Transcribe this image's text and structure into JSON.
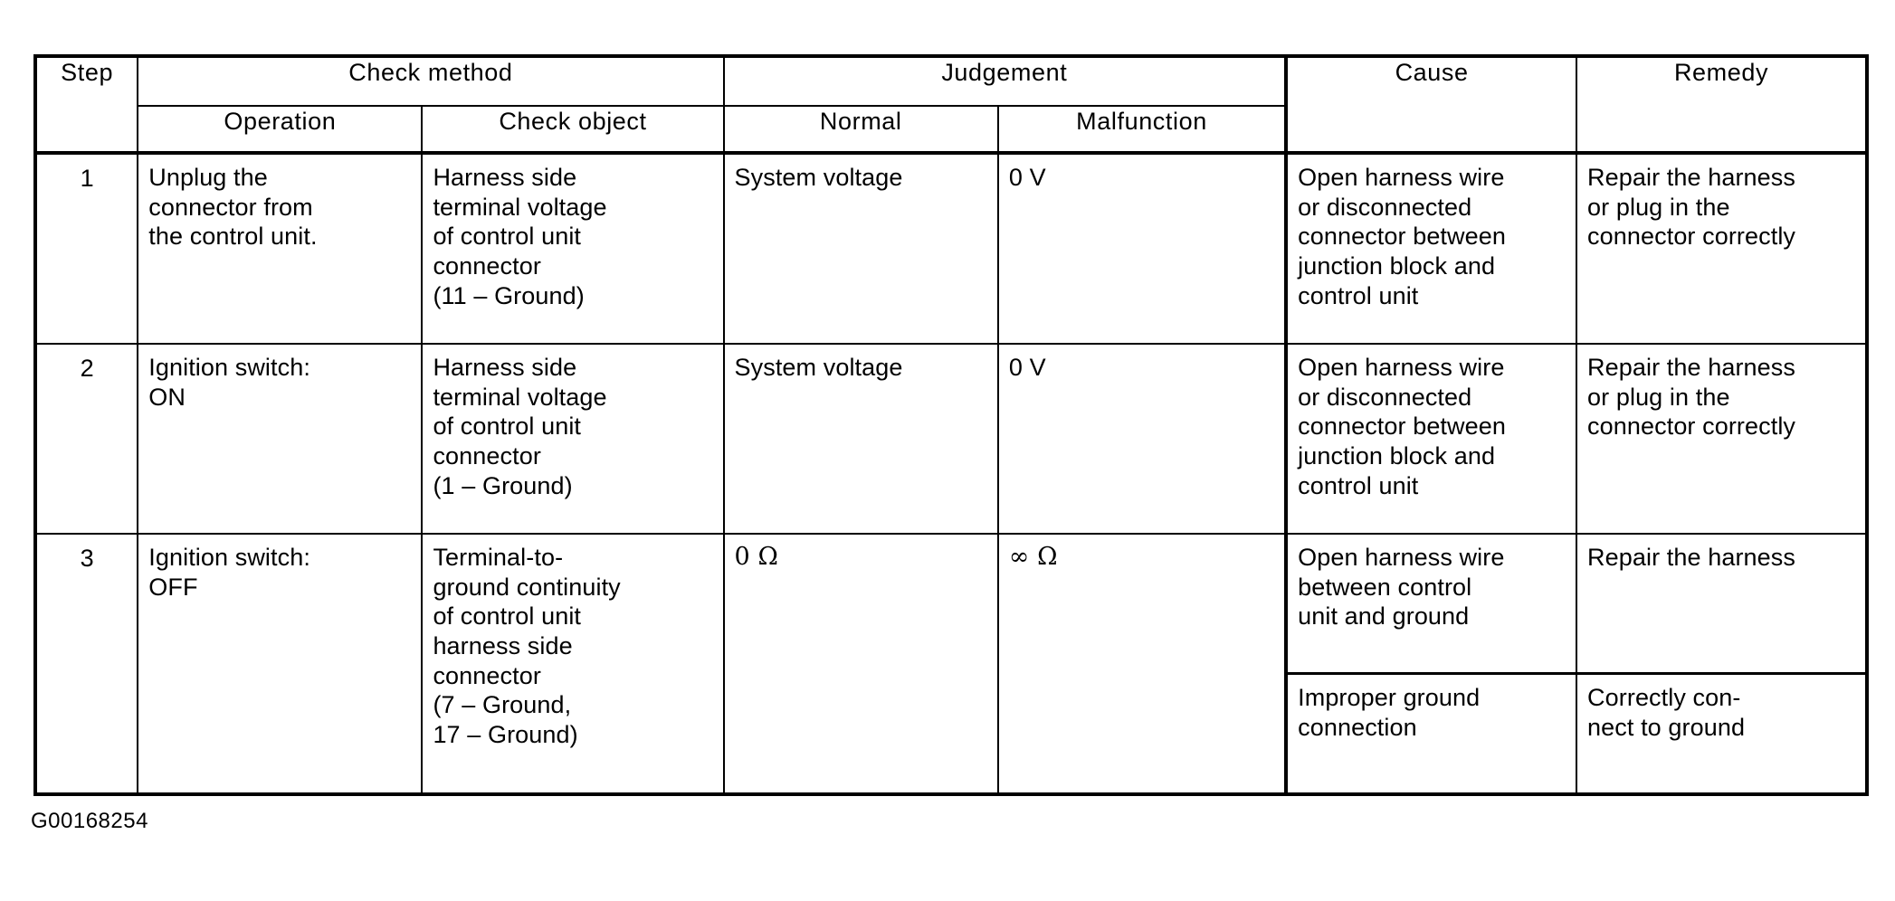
{
  "table": {
    "headers": {
      "step": "Step",
      "check_method": "Check  method",
      "judgement": "Judgement",
      "cause": "Cause",
      "remedy": "Remedy",
      "operation": "Operation",
      "check_object": "Check  object",
      "normal": "Normal",
      "malfunction": "Malfunction"
    },
    "rows": [
      {
        "step": "1",
        "operation": "Unplug the\nconnector from\nthe control unit.",
        "check_object": "Harness side\nterminal voltage\nof control unit\nconnector\n(11 – Ground)",
        "normal": "System voltage",
        "malfunction": "0 V",
        "cause": "Open harness wire\nor disconnected\nconnector between\njunction block and\ncontrol unit",
        "remedy": "Repair the harness\nor plug in the\nconnector correctly"
      },
      {
        "step": "2",
        "operation": "Ignition switch:\n    ON",
        "check_object": "Harness side\nterminal voltage\nof control unit\nconnector\n(1 – Ground)",
        "normal": "System voltage",
        "malfunction": "0 V",
        "cause": "Open harness wire\nor disconnected\nconnector between\njunction block and\ncontrol unit",
        "remedy": "Repair the harness\nor plug in the\nconnector correctly"
      },
      {
        "step": "3",
        "operation": "Ignition switch:\n    OFF",
        "check_object": "Terminal-to-\nground continuity\nof control unit\nharness side\nconnector\n(7 – Ground,\n17 – Ground)",
        "normal": "0 Ω",
        "malfunction": "∞ Ω",
        "cause_remedy_pairs": [
          {
            "cause": "Open harness wire\nbetween control\nunit and ground",
            "remedy": "Repair the harness"
          },
          {
            "cause": "Improper ground\nconnection",
            "remedy": "Correctly con-\nnect to ground"
          }
        ]
      }
    ]
  },
  "caption": "G00168254",
  "colors": {
    "ink": "#000000",
    "paper": "#ffffff"
  }
}
